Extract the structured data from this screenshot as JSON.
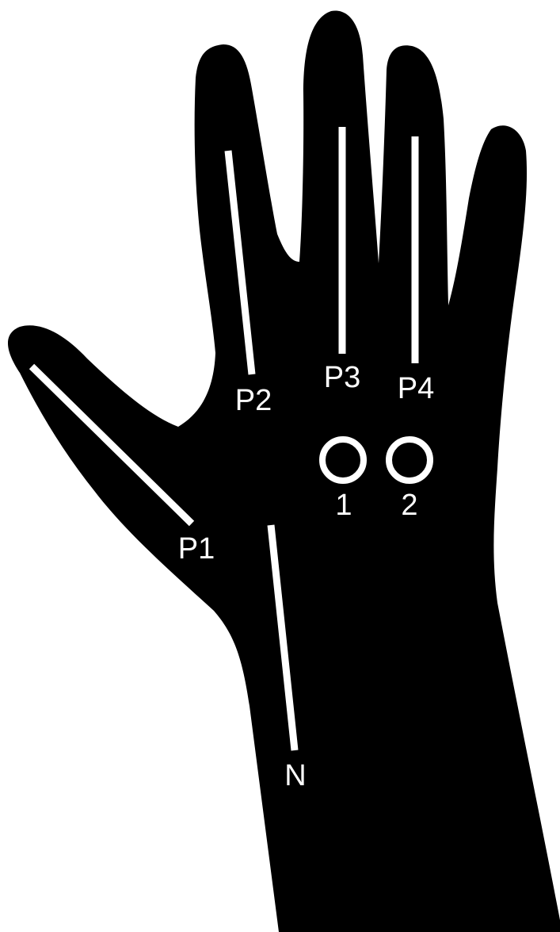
{
  "colors": {
    "background": "#ffffff",
    "silhouette": "#000000",
    "marker": "#ffffff"
  },
  "markers": {
    "p1": {
      "label": "P1"
    },
    "p2": {
      "label": "P2"
    },
    "p3": {
      "label": "P3"
    },
    "p4": {
      "label": "P4"
    },
    "n": {
      "label": "N"
    },
    "spot1": {
      "label": "1"
    },
    "spot2": {
      "label": "2"
    }
  }
}
